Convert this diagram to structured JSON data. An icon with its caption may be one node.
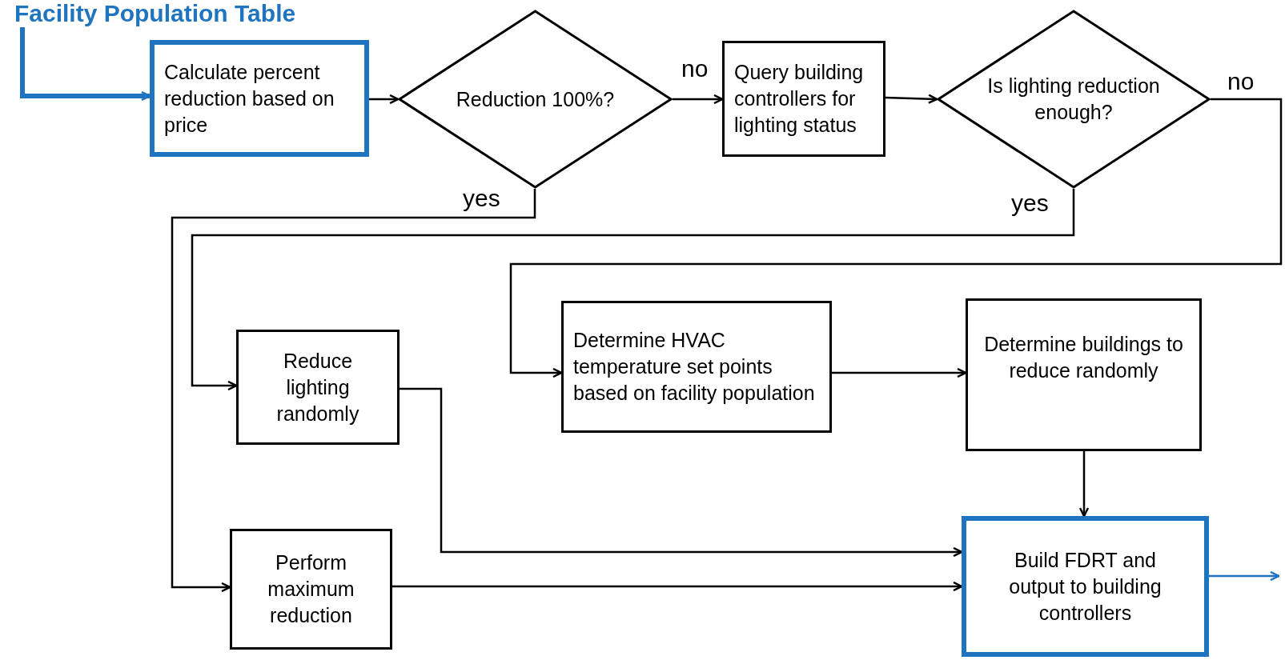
{
  "diagram": {
    "nodes": [
      {
        "text": [
          "Facility Population Table"
        ]
      },
      {
        "text": [
          "Calculate percent reduction based on price"
        ]
      },
      {
        "text": [
          "Reduction 100%?"
        ]
      },
      {
        "text": [
          "Query building controllers for lighting status"
        ]
      },
      {
        "text": [
          "Is lighting reduction enough?"
        ]
      },
      {
        "text": [
          "Reduce lighting randomly"
        ]
      },
      {
        "text": [
          "Determine HVAC temperature set points based on facility population"
        ]
      },
      {
        "text": [
          "Determine buildings to reduce randomly"
        ]
      },
      {
        "text": [
          "Perform maximum reduction"
        ]
      },
      {
        "text": [
          "Build FDRT and output to building controllers"
        ]
      }
    ],
    "edges": [
      {
        "from": 0,
        "to": 1,
        "arrow": "to",
        "style": "thick",
        "color": "#1f74c0"
      },
      {
        "from": 1,
        "to": 2,
        "arrow": "to"
      },
      {
        "from": 2,
        "to": 3,
        "arrow": "to",
        "label": "no"
      },
      {
        "from": 3,
        "to": 4,
        "arrow": "to"
      },
      {
        "from": 4,
        "to": 6,
        "arrow": "to",
        "label": "no"
      },
      {
        "from": 2,
        "to": 8,
        "arrow": "to",
        "label": "yes"
      },
      {
        "from": 4,
        "to": 5,
        "arrow": "to",
        "label": "yes"
      },
      {
        "from": 5,
        "to": 9,
        "arrow": "to"
      },
      {
        "from": 8,
        "to": 9,
        "arrow": "to"
      },
      {
        "from": 6,
        "to": 7,
        "arrow": "to"
      },
      {
        "from": 7,
        "to": 9,
        "arrow": "to"
      },
      {
        "from": 9,
        "to": null,
        "arrow": "to",
        "color": "#1f74c0"
      }
    ]
  }
}
